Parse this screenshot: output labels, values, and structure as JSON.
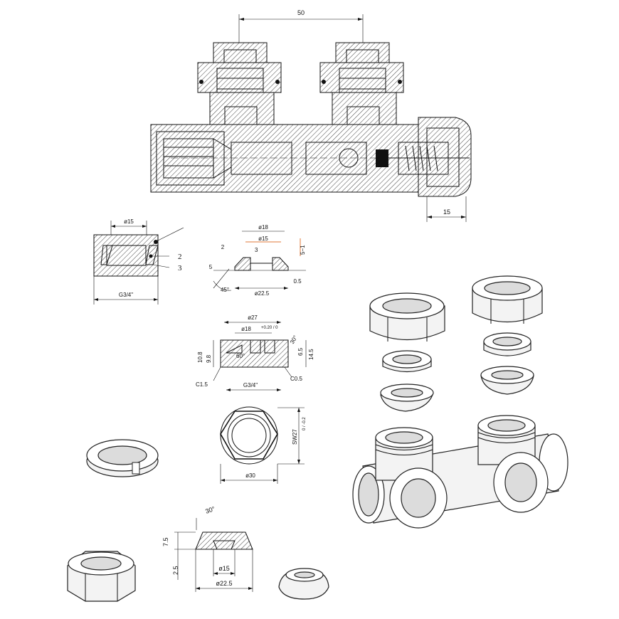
{
  "main_section": {
    "dim_top": "50",
    "dim_right": "15"
  },
  "nut_section": {
    "dim_diameter": "ø15",
    "dim_thread": "G3/4\"",
    "callout_2": "2",
    "callout_3": "3"
  },
  "ring_detail": {
    "dim_outer": "ø18",
    "dim_inner": "ø15",
    "dim_2": "2",
    "dim_3": "3",
    "dim_5": "5",
    "dim_5_1": "5−1",
    "dim_45": "45°",
    "dim_22_5": "ø22.5",
    "dim_0_5": "0.5"
  },
  "fitting_detail": {
    "dim_27": "ø27",
    "dim_18": "ø18",
    "dim_18_tol": "+0.20 / 0",
    "dim_10_8": "10.8",
    "dim_9_8": "9.8",
    "dim_60": "60°",
    "dim_30": "30°",
    "dim_6_5": "6.5",
    "dim_14_5": "14.5",
    "dim_c1_5": "C1.5",
    "dim_g34": "G3/4\"",
    "dim_c0_5": "C0.5"
  },
  "hex_nut": {
    "dim_sw": "SW27",
    "dim_sw_tol": "0 / -0.2",
    "dim_30": "ø30"
  },
  "cone_ring": {
    "dim_30deg": "30°",
    "dim_7_5": "7.5",
    "dim_2_5": "2.5",
    "dim_15": "ø15",
    "dim_22_5": "ø22.5"
  }
}
